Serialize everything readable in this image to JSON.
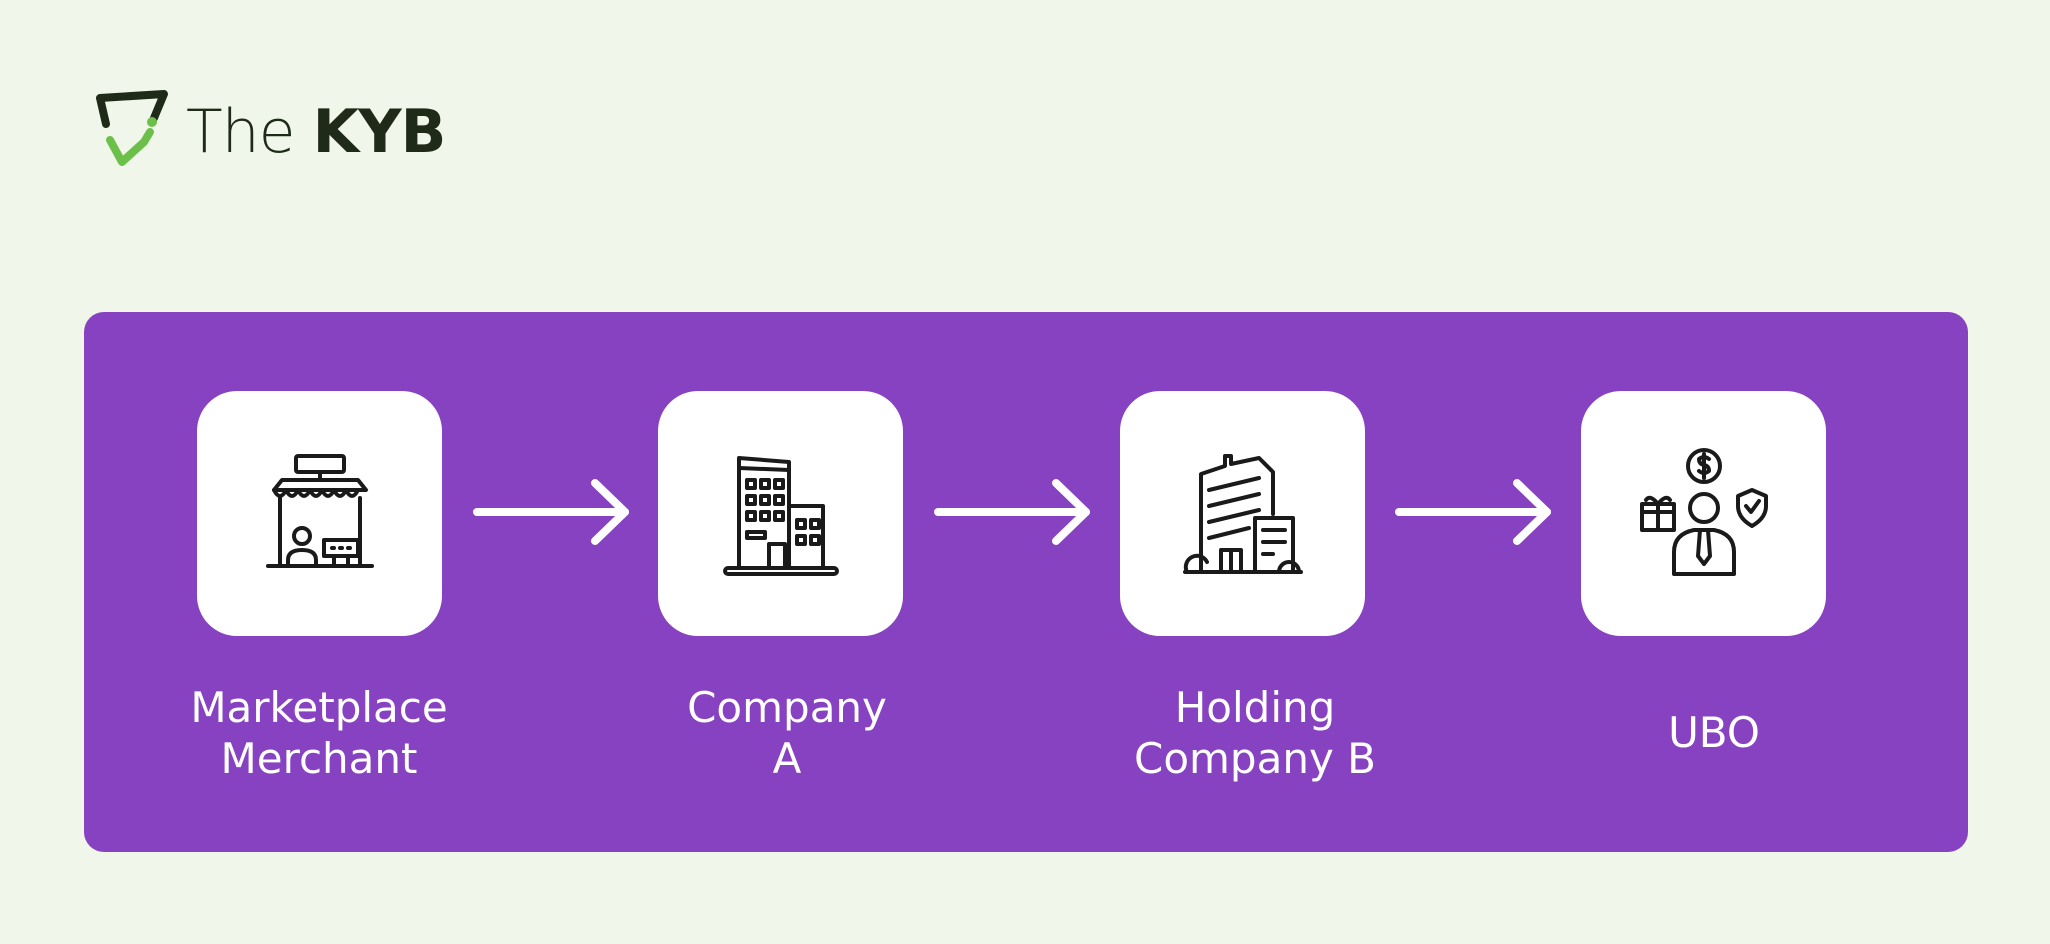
{
  "brand": {
    "name_light": "The",
    "name_bold": "KYB",
    "colors": {
      "mark_dark": "#1f2a19",
      "mark_green": "#6cc04a"
    }
  },
  "diagram": {
    "background": "#8642c1",
    "nodes": [
      {
        "icon": "storefront-icon",
        "label_lines": [
          "Marketplace",
          "Merchant"
        ]
      },
      {
        "icon": "office-building-icon",
        "label_lines": [
          "Company",
          "A"
        ]
      },
      {
        "icon": "skyscraper-icon",
        "label_lines": [
          "Holding",
          "Company B"
        ]
      },
      {
        "icon": "beneficial-owner-icon",
        "label_lines": [
          "UBO"
        ]
      }
    ]
  }
}
